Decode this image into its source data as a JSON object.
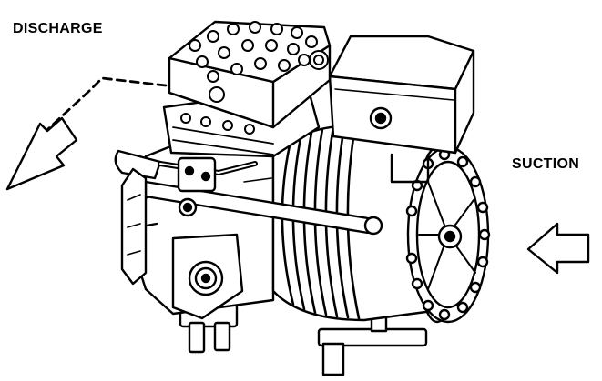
{
  "labels": {
    "discharge": "DISCHARGE",
    "suction": "SUCTION"
  },
  "colors": {
    "ink": "#000000",
    "paper": "#ffffff"
  },
  "icons": {
    "discharge_arrow": "hollow-arrow-down-left",
    "suction_arrow": "hollow-arrow-left",
    "flow_path": "dashed-line"
  }
}
